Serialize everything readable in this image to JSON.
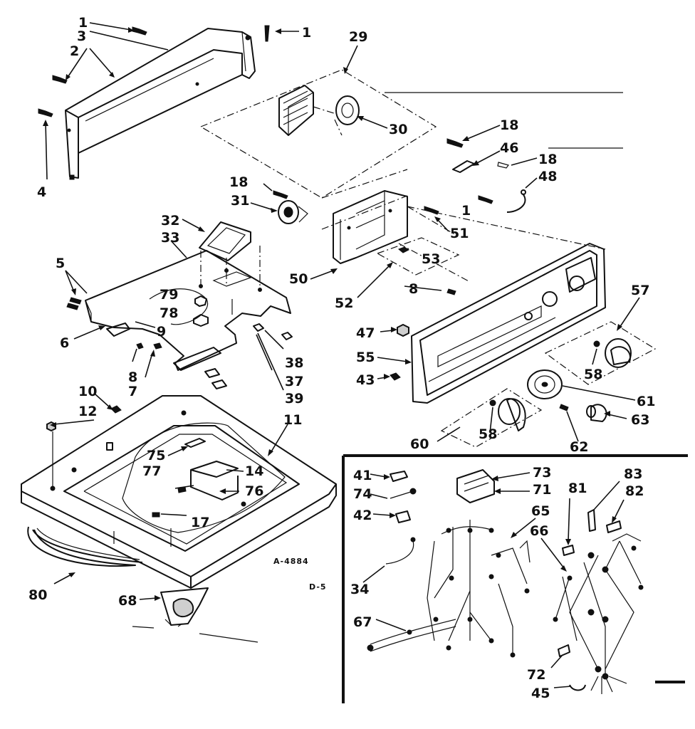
{
  "labels": [
    {
      "id": "1a",
      "text": "1"
    },
    {
      "id": "1b",
      "text": "1"
    },
    {
      "id": "1c",
      "text": "1"
    },
    {
      "id": "2",
      "text": "2"
    },
    {
      "id": "3",
      "text": "3"
    },
    {
      "id": "4",
      "text": "4"
    },
    {
      "id": "5",
      "text": "5"
    },
    {
      "id": "6",
      "text": "6"
    },
    {
      "id": "7",
      "text": "7"
    },
    {
      "id": "8a",
      "text": "8"
    },
    {
      "id": "8b",
      "text": "8"
    },
    {
      "id": "9",
      "text": "9"
    },
    {
      "id": "10",
      "text": "10"
    },
    {
      "id": "11",
      "text": "11"
    },
    {
      "id": "12",
      "text": "12"
    },
    {
      "id": "14",
      "text": "14"
    },
    {
      "id": "17",
      "text": "17"
    },
    {
      "id": "18a",
      "text": "18"
    },
    {
      "id": "18b",
      "text": "18"
    },
    {
      "id": "18c",
      "text": "18"
    },
    {
      "id": "29",
      "text": "29"
    },
    {
      "id": "30",
      "text": "30"
    },
    {
      "id": "31",
      "text": "31"
    },
    {
      "id": "32",
      "text": "32"
    },
    {
      "id": "33",
      "text": "33"
    },
    {
      "id": "34",
      "text": "34"
    },
    {
      "id": "37",
      "text": "37"
    },
    {
      "id": "38",
      "text": "38"
    },
    {
      "id": "39",
      "text": "39"
    },
    {
      "id": "41",
      "text": "41"
    },
    {
      "id": "42",
      "text": "42"
    },
    {
      "id": "43",
      "text": "43"
    },
    {
      "id": "45",
      "text": "45"
    },
    {
      "id": "46",
      "text": "46"
    },
    {
      "id": "47",
      "text": "47"
    },
    {
      "id": "48",
      "text": "48"
    },
    {
      "id": "50",
      "text": "50"
    },
    {
      "id": "51",
      "text": "51"
    },
    {
      "id": "52",
      "text": "52"
    },
    {
      "id": "53",
      "text": "53"
    },
    {
      "id": "55",
      "text": "55"
    },
    {
      "id": "57",
      "text": "57"
    },
    {
      "id": "58a",
      "text": "58"
    },
    {
      "id": "58b",
      "text": "58"
    },
    {
      "id": "60",
      "text": "60"
    },
    {
      "id": "61",
      "text": "61"
    },
    {
      "id": "62",
      "text": "62"
    },
    {
      "id": "63",
      "text": "63"
    },
    {
      "id": "65",
      "text": "65"
    },
    {
      "id": "66",
      "text": "66"
    },
    {
      "id": "67",
      "text": "67"
    },
    {
      "id": "68",
      "text": "68"
    },
    {
      "id": "71",
      "text": "71"
    },
    {
      "id": "72",
      "text": "72"
    },
    {
      "id": "73",
      "text": "73"
    },
    {
      "id": "74",
      "text": "74"
    },
    {
      "id": "75",
      "text": "75"
    },
    {
      "id": "76",
      "text": "76"
    },
    {
      "id": "77",
      "text": "77"
    },
    {
      "id": "78",
      "text": "78"
    },
    {
      "id": "79",
      "text": "79"
    },
    {
      "id": "80",
      "text": "80"
    },
    {
      "id": "81",
      "text": "81"
    },
    {
      "id": "82",
      "text": "82"
    },
    {
      "id": "83",
      "text": "83"
    }
  ],
  "drawing_code": "A-4884",
  "page_code": "D-5"
}
